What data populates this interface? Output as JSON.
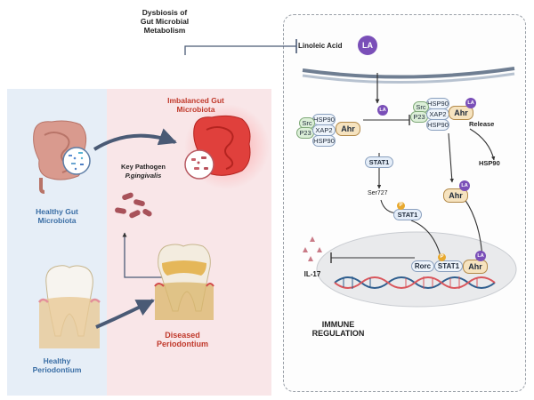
{
  "header": {
    "dysbiosis_label": "Dysbiosis of\nGut Microbial\nMetabolism"
  },
  "left_panel": {
    "healthy_gut_label": "Healthy Gut\nMicrobiota",
    "healthy_perio_label": "Healthy\nPeriodontium",
    "bg_color": "#e6eef7",
    "label_color": "#3a6ea5"
  },
  "middle_panel": {
    "imbalanced_label": "Imbalanced Gut\nMicrobiota",
    "key_pathogen_label": "Key Pathogen",
    "pathogen_name": "P.gingivalis",
    "diseased_label": "Diseased\nPeriodontium",
    "bg_color": "#f9e6e8",
    "label_color": "#c0392b"
  },
  "right_panel": {
    "linoleic_acid_label": "Linoleic Acid",
    "la_badge": "LA",
    "complex_left": {
      "src": "Src",
      "hsp90_top": "HSP90",
      "p23": "P23",
      "xap2": "XAP2",
      "hsp90_bottom": "HSP90",
      "ahr": "Ahr"
    },
    "complex_right": {
      "src": "Src",
      "hsp90_top": "HSP90",
      "p23": "P23",
      "xap2": "XAP2",
      "hsp90_bottom": "HSP90",
      "ahr": "Ahr"
    },
    "release_label": "Release",
    "hsp90_free": "HSP90",
    "stat1": "STAT1",
    "ser727": "Ser727",
    "stat1_p": "STAT1",
    "p_badge": "P",
    "ahr_free": "Ahr",
    "nucleus": {
      "rorc": "Rorc",
      "stat1": "STAT1",
      "ahr": "Ahr"
    },
    "il17_label": "IL-17",
    "immune_label": "IMMUNE\nREGULATION"
  },
  "colors": {
    "arrow": "#4a5a75",
    "la_purple": "#7a4fb8",
    "phospho": "#e8a92e",
    "nucleus_fill": "#e9eaec",
    "gut_healthy": "#d99a8e",
    "gut_inflamed": "#e0403c",
    "bacteria": "#a8525a"
  }
}
